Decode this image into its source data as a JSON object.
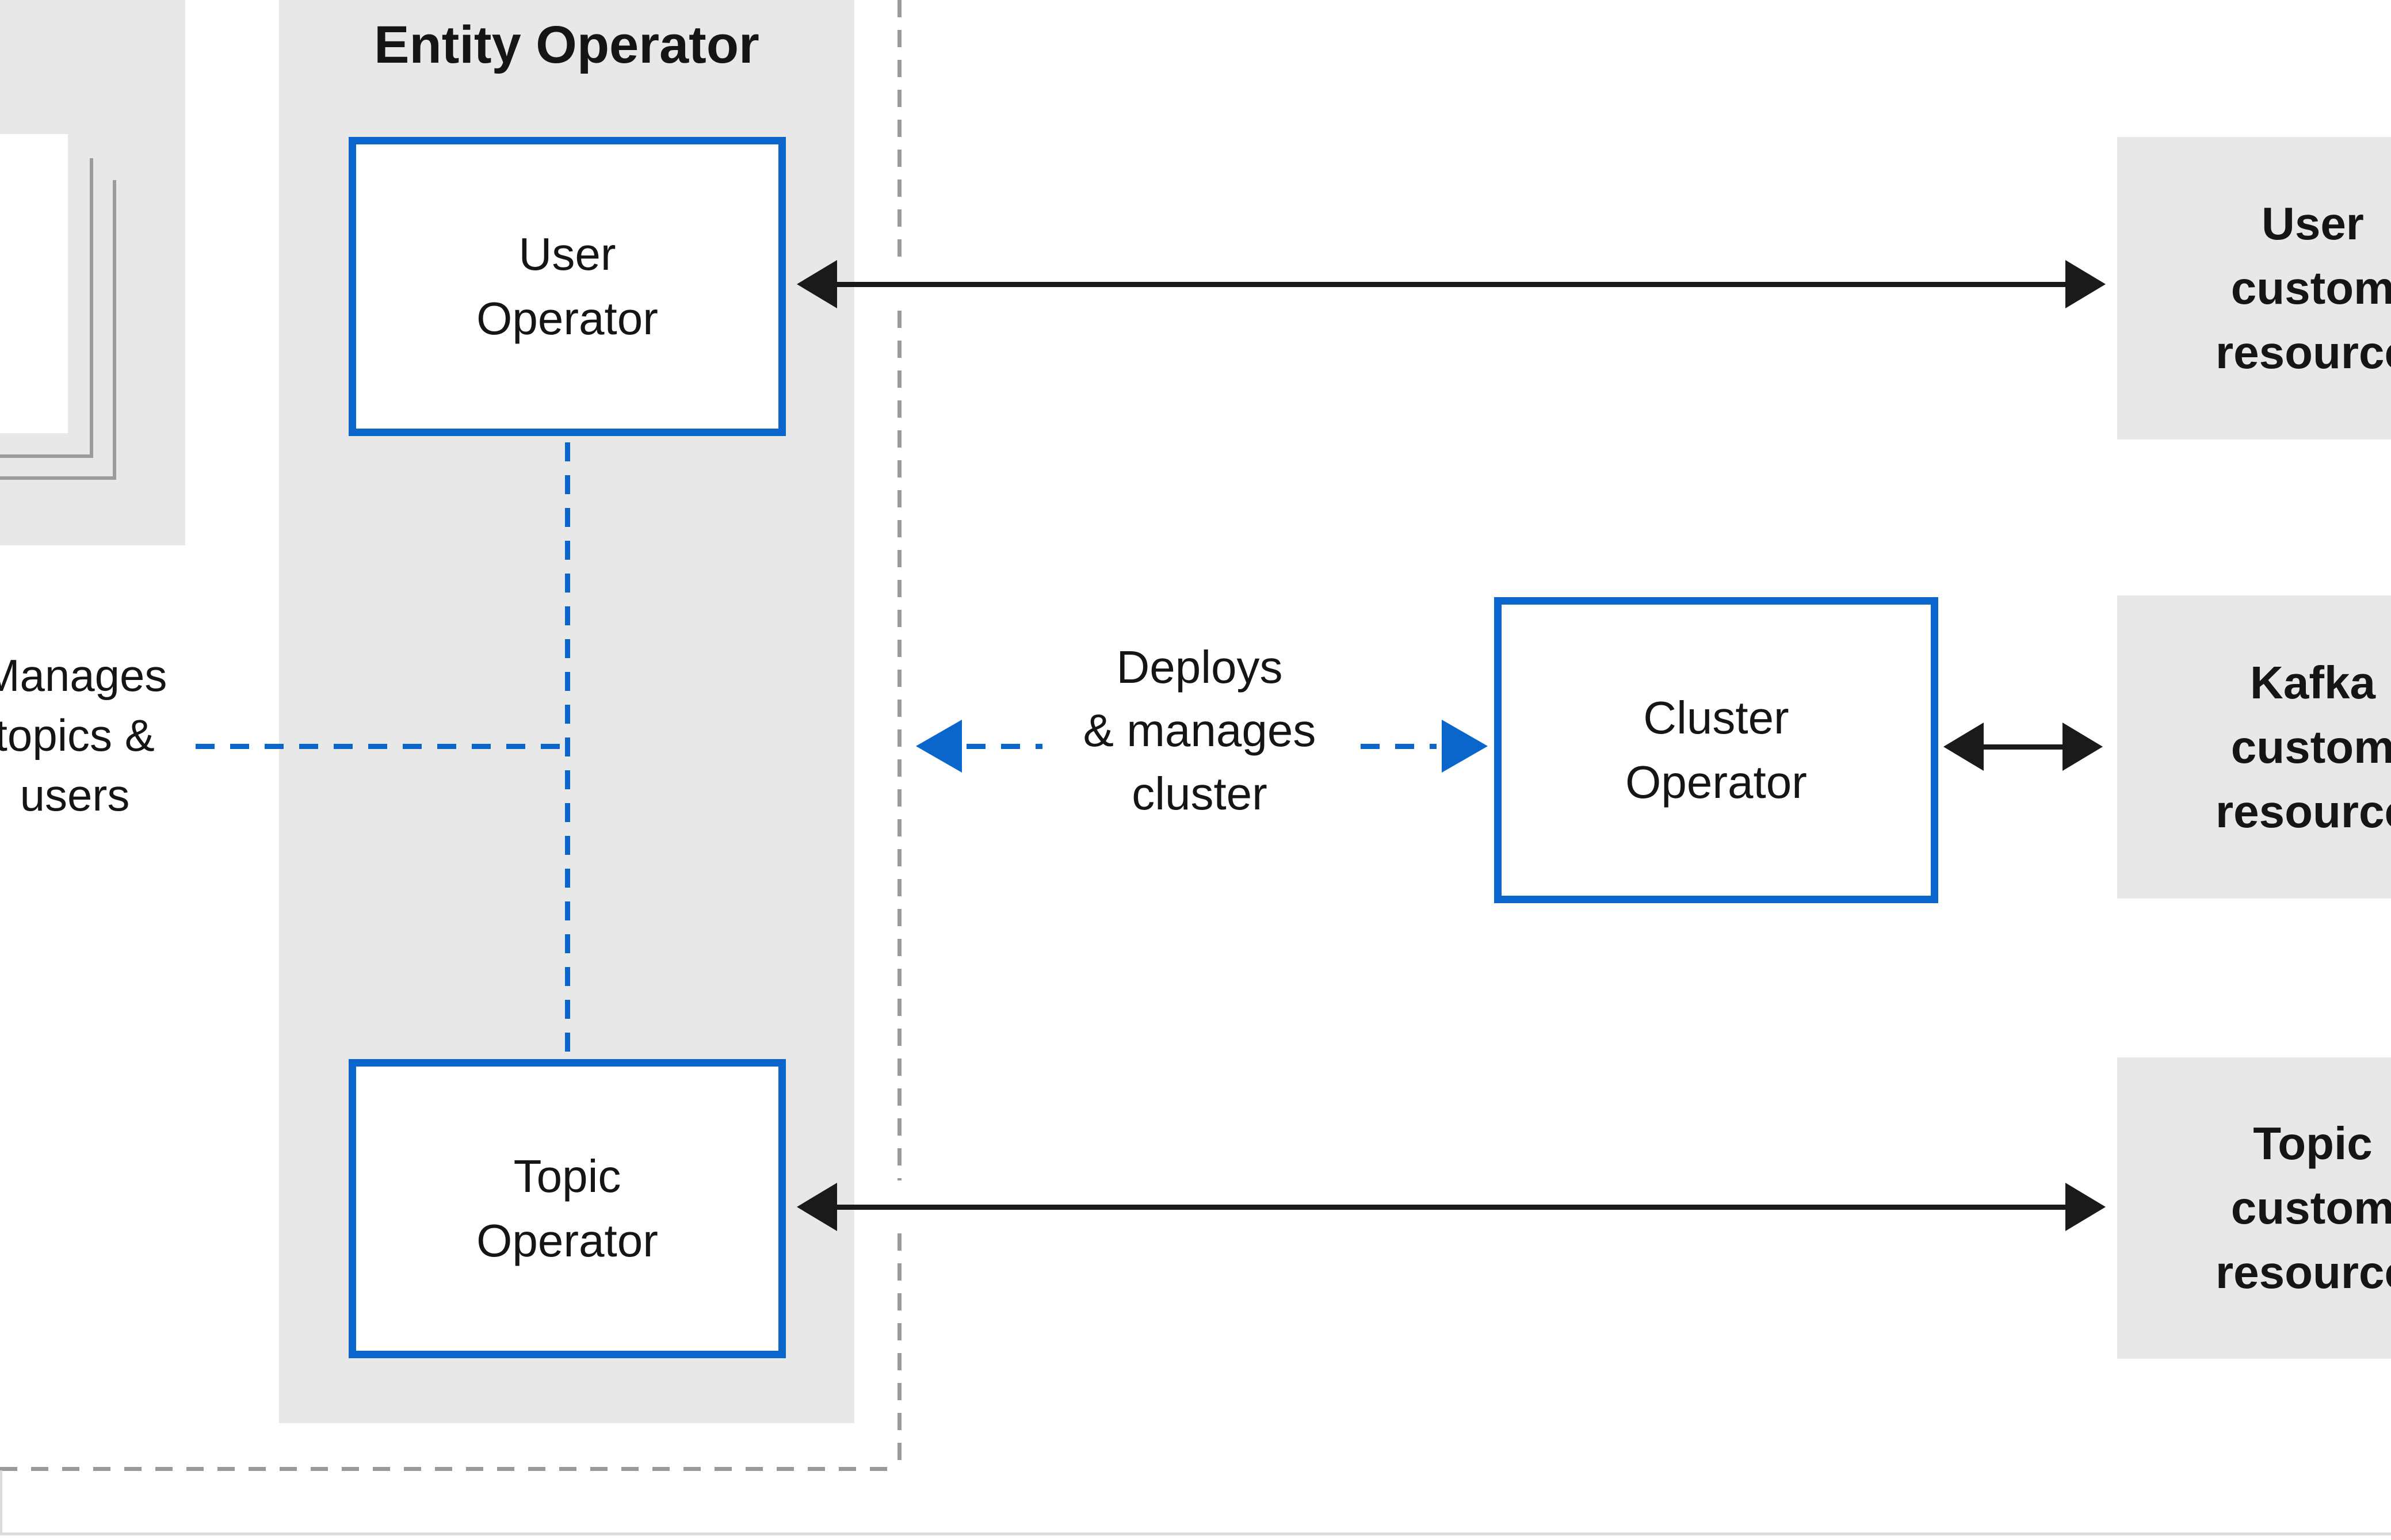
{
  "entity_panel": {
    "title": "Entity Operator"
  },
  "nodes": {
    "user_operator": {
      "lines": [
        "User",
        "Operator"
      ]
    },
    "topic_operator": {
      "lines": [
        "Topic",
        "Operator"
      ]
    },
    "cluster_operator": {
      "lines": [
        "Cluster",
        "Operator"
      ]
    },
    "user_custom_resource": {
      "lines": [
        "User",
        "custom",
        "resource"
      ]
    },
    "kafka_custom_resource": {
      "lines": [
        "Kafka",
        "custom",
        "resource"
      ]
    },
    "topic_custom_resource": {
      "lines": [
        "Topic",
        "custom",
        "resource"
      ]
    }
  },
  "annotations": {
    "manages_topics_users": {
      "lines": [
        "Manages",
        "topics &",
        "users"
      ]
    },
    "deploys_manages_cluster": {
      "lines": [
        "Deploys",
        "& manages",
        "cluster"
      ]
    }
  },
  "icons": {
    "documents": "stacked-documents-icon"
  },
  "colors": {
    "accent_blue": "#0b66cc",
    "box_gray": "#e8e8e8",
    "dash_gray": "#9a9a9a",
    "arrow_black": "#1a1a1a",
    "text": "#151515",
    "frame_gray": "#dcdcdc"
  }
}
